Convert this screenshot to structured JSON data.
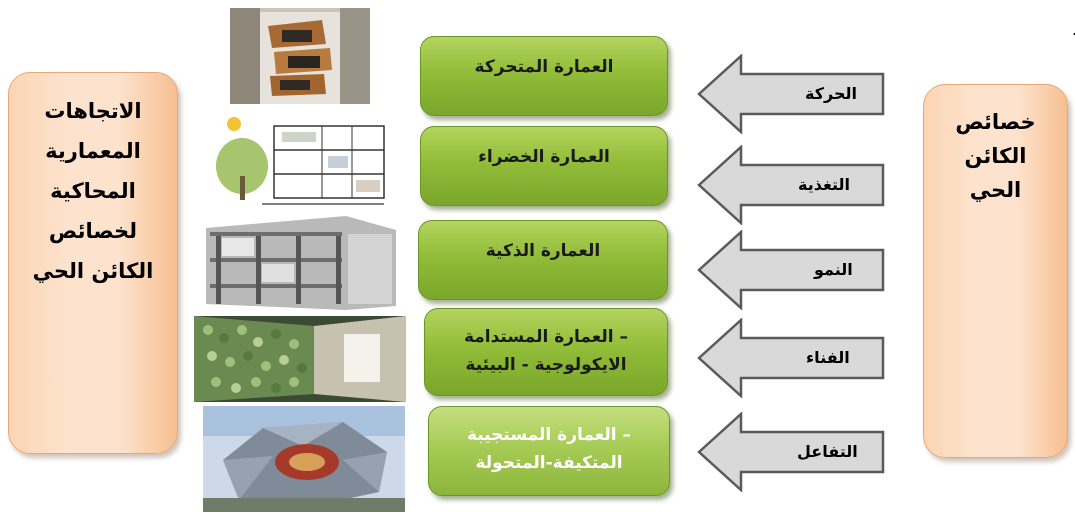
{
  "stray_mark": ".",
  "left_panel": {
    "text": "الاتجاهات\nالمعمارية\nالمحاكية\nلخصائص\nالكائن الحي"
  },
  "right_panel": {
    "text": "خصائص\nالكائن\nالحي"
  },
  "rows": [
    {
      "arrow_label": "الحركة",
      "box_text": "العمارة المتحركة",
      "image": "building-photo"
    },
    {
      "arrow_label": "التغذية",
      "box_text": "العمارة الخضراء",
      "image": "green-building-section-drawing"
    },
    {
      "arrow_label": "النمو",
      "box_text": "العمارة الذكية",
      "image": "smart-building-frame-render"
    },
    {
      "arrow_label": "الفناء",
      "box_text": "العمارة المستدامة –\nالايكولوجية - البيئية",
      "image": "recycled-bottle-wall-photo"
    },
    {
      "arrow_label": "التفاعل",
      "box_text": "العمارة المستجيبة –\nالمتكيفة-المتحولة",
      "image": "stadium-roof-render"
    }
  ],
  "colors": {
    "panel_fill": "#fde3cd",
    "panel_border": "#e6a877",
    "green_box": "#92bd39",
    "arrow_fill": "#d9d9d9"
  }
}
